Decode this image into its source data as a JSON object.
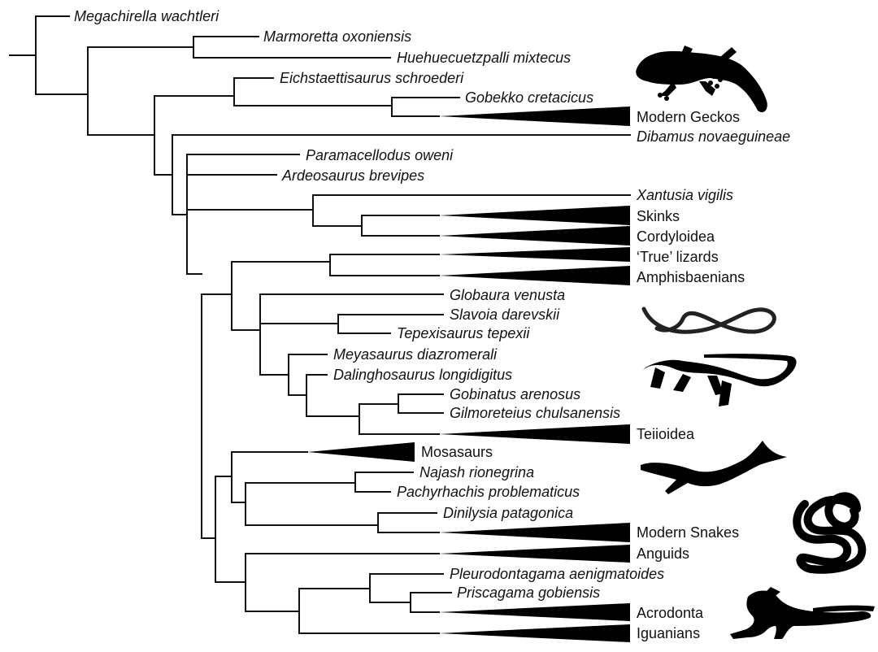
{
  "tree": {
    "taxa": [
      {
        "id": "megachirella",
        "label": "Megachirella wachtleri",
        "italic": true
      },
      {
        "id": "marmoretta",
        "label": "Marmoretta oxoniensis",
        "italic": true
      },
      {
        "id": "huehuecuetzpalli",
        "label": "Huehuecuetzpalli mixtecus",
        "italic": true
      },
      {
        "id": "eichstaettisaurus",
        "label": "Eichstaettisaurus schroederi",
        "italic": true
      },
      {
        "id": "gobekko",
        "label": "Gobekko cretacicus",
        "italic": true
      },
      {
        "id": "modern_geckos",
        "label": "Modern Geckos",
        "italic": false,
        "collapsed": true
      },
      {
        "id": "dibamus",
        "label": "Dibamus novaeguineae",
        "italic": true
      },
      {
        "id": "paramacellodus",
        "label": "Paramacellodus oweni",
        "italic": true
      },
      {
        "id": "ardeosaurus",
        "label": "Ardeosaurus brevipes",
        "italic": true
      },
      {
        "id": "xantusia",
        "label": "Xantusia vigilis",
        "italic": true
      },
      {
        "id": "skinks",
        "label": "Skinks",
        "italic": false,
        "collapsed": true
      },
      {
        "id": "cordyloidea",
        "label": "Cordyloidea",
        "italic": false,
        "collapsed": true
      },
      {
        "id": "true_lizards",
        "label": "‘True’ lizards",
        "italic": false,
        "collapsed": true
      },
      {
        "id": "amphisbaenians",
        "label": "Amphisbaenians",
        "italic": false,
        "collapsed": true
      },
      {
        "id": "globaura",
        "label": "Globaura venusta",
        "italic": true
      },
      {
        "id": "slavoia",
        "label": "Slavoia darevskii",
        "italic": true
      },
      {
        "id": "tepexisaurus",
        "label": "Tepexisaurus tepexii",
        "italic": true
      },
      {
        "id": "meyasaurus",
        "label": "Meyasaurus diazromerali",
        "italic": true
      },
      {
        "id": "dalinghosaurus",
        "label": "Dalinghosaurus longidigitus",
        "italic": true
      },
      {
        "id": "gobinatus",
        "label": "Gobinatus arenosus",
        "italic": true
      },
      {
        "id": "gilmoreteius",
        "label": "Gilmoreteius chulsanensis",
        "italic": true
      },
      {
        "id": "teiioidea",
        "label": "Teiioidea",
        "italic": false,
        "collapsed": true
      },
      {
        "id": "mosasaurs",
        "label": "Mosasaurs",
        "italic": false,
        "collapsed": true
      },
      {
        "id": "najash",
        "label": "Najash rionegrina",
        "italic": true
      },
      {
        "id": "pachyrhachis",
        "label": "Pachyrhachis problematicus",
        "italic": true
      },
      {
        "id": "dinilysia",
        "label": "Dinilysia patagonica",
        "italic": true
      },
      {
        "id": "modern_snakes",
        "label": "Modern Snakes",
        "italic": false,
        "collapsed": true
      },
      {
        "id": "anguids",
        "label": "Anguids",
        "italic": false,
        "collapsed": true
      },
      {
        "id": "pleurodontagama",
        "label": "Pleurodontagama aenigmatoides",
        "italic": true
      },
      {
        "id": "priscagama",
        "label": "Priscagama gobiensis",
        "italic": true
      },
      {
        "id": "acrodonta",
        "label": "Acrodonta",
        "italic": false,
        "collapsed": true
      },
      {
        "id": "iguanians",
        "label": "Iguanians",
        "italic": false,
        "collapsed": true
      }
    ],
    "silhouettes": [
      "gecko-icon",
      "amphisbaenian-icon",
      "lizard-icon",
      "mosasaur-icon",
      "snake-icon",
      "iguana-icon"
    ]
  }
}
